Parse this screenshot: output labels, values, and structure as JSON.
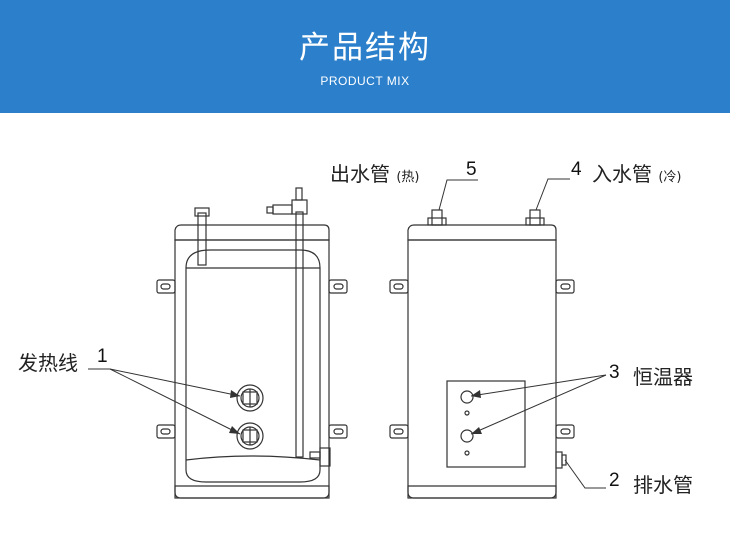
{
  "header": {
    "title": "产品结构",
    "subtitle": "PRODUCT MIX"
  },
  "labels": {
    "outlet": {
      "number": "5",
      "text": "出水管",
      "note": "(热)"
    },
    "inlet": {
      "number": "4",
      "text": "入水管",
      "note": "(冷)"
    },
    "heating_wire": {
      "number": "1",
      "text": "发热线"
    },
    "thermostat": {
      "number": "3",
      "text": "恒温器"
    },
    "drain": {
      "number": "2",
      "text": "排水管"
    }
  },
  "colors": {
    "banner": "#2b7fcb",
    "line": "#333333"
  }
}
